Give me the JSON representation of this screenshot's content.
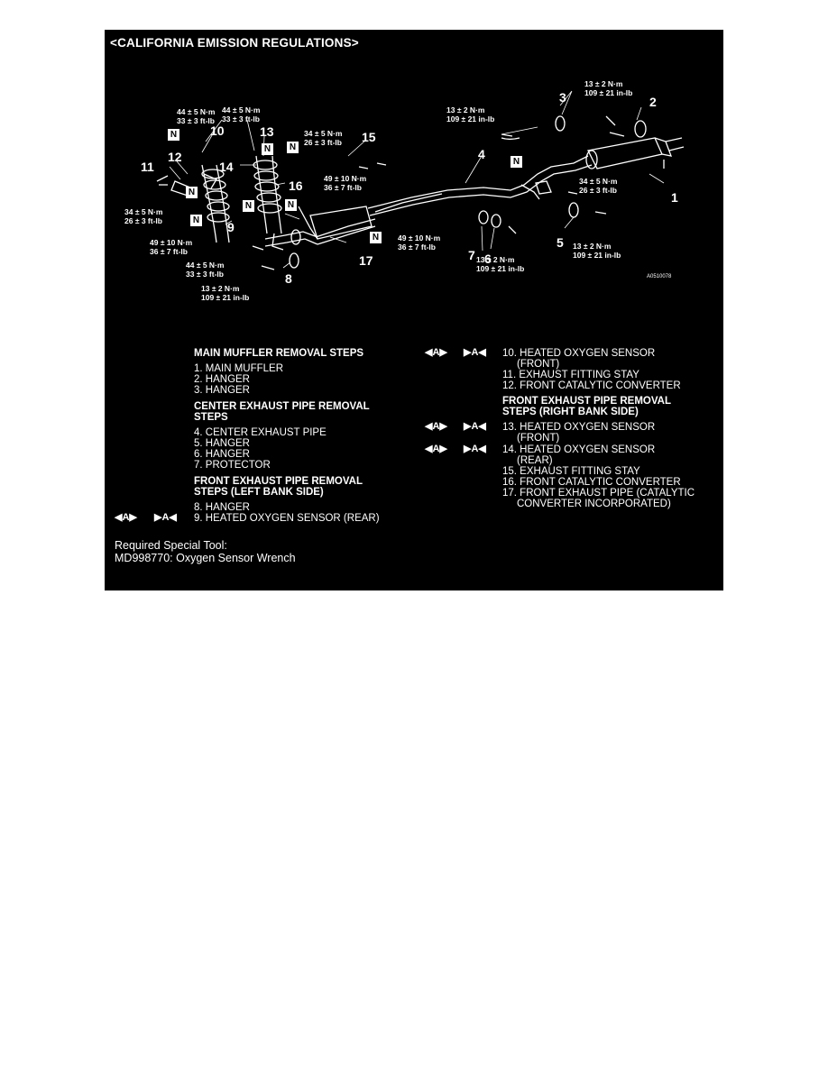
{
  "header": "<CALIFORNIA EMISSION REGULATIONS>",
  "diagram": {
    "torques": [
      "13 ± 2 N·m\n109 ± 21 in-lb",
      "13 ± 2 N·m\n109 ± 21 in-lb",
      "44 ± 5 N·m\n33 ± 3 ft-lb",
      "44 ± 5 N·m\n33 ± 3 ft-lb",
      "34 ± 5 N·m\n26 ± 3 ft-lb",
      "49 ± 10 N·m\n36 ± 7 ft-lb",
      "34 ± 5 N·m\n26 ± 3 ft-lb",
      "34 ± 5 N·m\n26 ± 3 ft-lb",
      "49 ± 10 N·m\n36 ± 7 ft-lb",
      "49 ± 10 N·m\n36 ± 7 ft-lb",
      "44 ± 5 N·m\n33 ± 3 ft-lb",
      "13 ± 2 N·m\n109 ± 21 in-lb",
      "13 ± 2 N·m\n109 ± 21 in-lb",
      "13 ± 2 N·m\n109 ± 21 in-lb"
    ],
    "part_numbers": [
      "1",
      "2",
      "3",
      "4",
      "5",
      "6",
      "7",
      "8",
      "9",
      "10",
      "11",
      "12",
      "13",
      "14",
      "15",
      "16",
      "17"
    ],
    "n_mark": "N",
    "figure_code": "A0510078"
  },
  "steps": {
    "main_muffler_title": "MAIN MUFFLER REMOVAL STEPS",
    "main_muffler": [
      "1. MAIN MUFFLER",
      "2. HANGER",
      "3. HANGER"
    ],
    "center_title_1": "CENTER EXHAUST PIPE REMOVAL",
    "center_title_2": "STEPS",
    "center": [
      "4. CENTER EXHAUST PIPE",
      "5. HANGER",
      "6. HANGER",
      "7. PROTECTOR"
    ],
    "front_left_title_1": "FRONT EXHAUST PIPE REMOVAL",
    "front_left_title_2": "STEPS (LEFT BANK SIDE)",
    "front_left": [
      "8. HANGER",
      "9. HEATED OXYGEN SENSOR (REAR)"
    ],
    "right_col_a": [
      "10. HEATED OXYGEN SENSOR",
      "(FRONT)",
      "11. EXHAUST FITTING STAY",
      "12. FRONT CATALYTIC CONVERTER"
    ],
    "front_right_title_1": "FRONT EXHAUST PIPE REMOVAL",
    "front_right_title_2": "STEPS (RIGHT BANK SIDE)",
    "right_col_b": [
      "13. HEATED OXYGEN SENSOR",
      "(FRONT)",
      "14. HEATED OXYGEN SENSOR",
      "(REAR)",
      "15. EXHAUST FITTING STAY",
      "16. FRONT CATALYTIC CONVERTER",
      "17. FRONT EXHAUST PIPE (CATALYTIC",
      "CONVERTER INCORPORATED)"
    ],
    "marker_left": "◀A▶",
    "marker_right": "▶A◀"
  },
  "tool": {
    "label": "Required Special Tool:",
    "value": "MD998770: Oxygen Sensor Wrench"
  }
}
